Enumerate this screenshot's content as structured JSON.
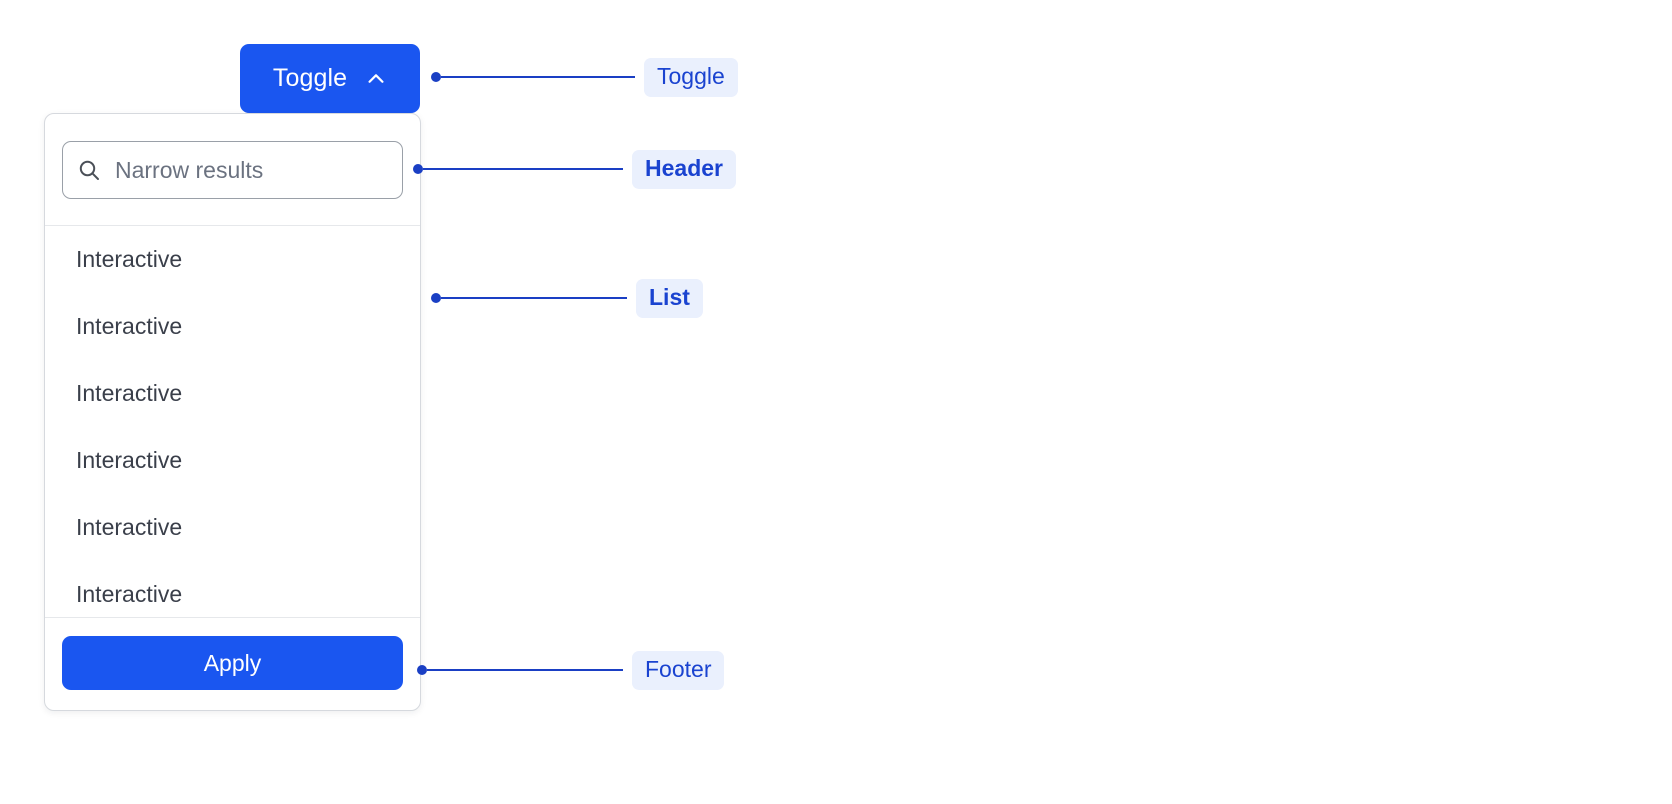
{
  "toggle": {
    "label": "Toggle",
    "icon": "chevron-up-icon"
  },
  "dropdown": {
    "header": {
      "search": {
        "icon": "search-icon",
        "placeholder": "Narrow results",
        "value": ""
      }
    },
    "list": {
      "items": [
        {
          "label": "Interactive"
        },
        {
          "label": "Interactive"
        },
        {
          "label": "Interactive"
        },
        {
          "label": "Interactive"
        },
        {
          "label": "Interactive"
        },
        {
          "label": "Interactive"
        }
      ]
    },
    "footer": {
      "apply_label": "Apply"
    }
  },
  "annotations": [
    {
      "label": "Toggle"
    },
    {
      "label": "Header"
    },
    {
      "label": "List"
    },
    {
      "label": "Footer"
    }
  ],
  "colors": {
    "accent_blue": "#1a56f0",
    "annotation_blue": "#1a43d0",
    "annotation_pill_bg": "#eaf0fd",
    "panel_border": "#d6d9de",
    "divider": "#e6e8eb",
    "text_primary": "#3a3f4a",
    "text_placeholder": "#6b7280",
    "background": "#ffffff"
  }
}
